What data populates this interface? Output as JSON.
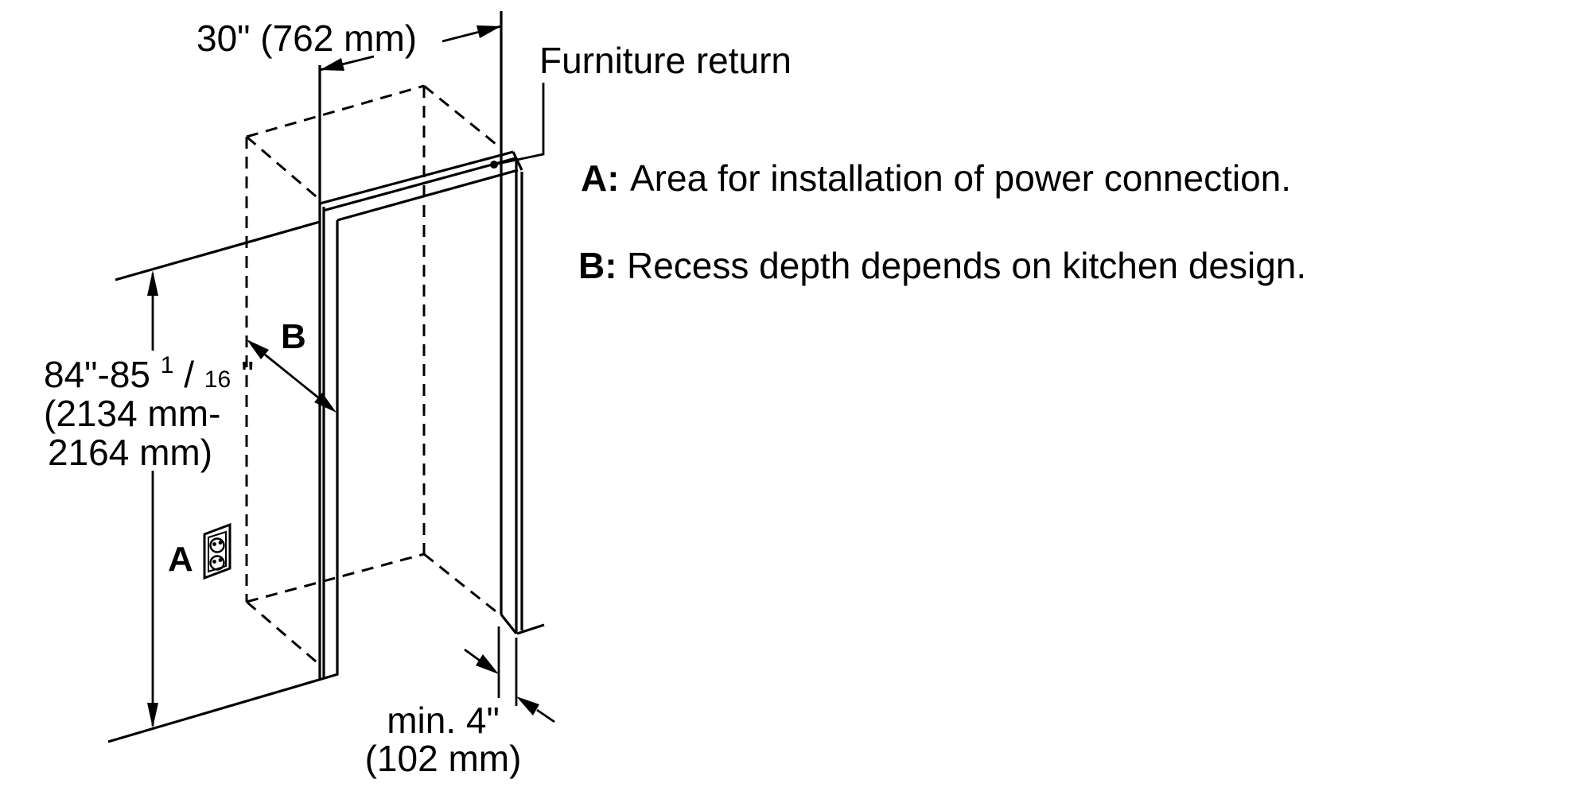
{
  "diagram": {
    "width_dimension": "30\" (762 mm)",
    "furniture_return_label": "Furniture return",
    "height_dimension": {
      "inches_main": "84\"-85",
      "fraction_numerator": "1",
      "fraction_slash": "/",
      "fraction_denominator": "16",
      "inches_quote": "\"",
      "mm_line1": "(2134 mm-",
      "mm_line2": "2164 mm)"
    },
    "recess_depth_dimension": {
      "line1": "min. 4\"",
      "line2": "(102 mm)"
    },
    "marker_a": "A",
    "marker_b": "B"
  },
  "notes": {
    "a_label": "A:",
    "a_text": "Area for installation of power connection.",
    "b_label": "B:",
    "b_text": "Recess depth depends on kitchen design."
  },
  "colors": {
    "line": "#000000",
    "background": "#ffffff"
  }
}
